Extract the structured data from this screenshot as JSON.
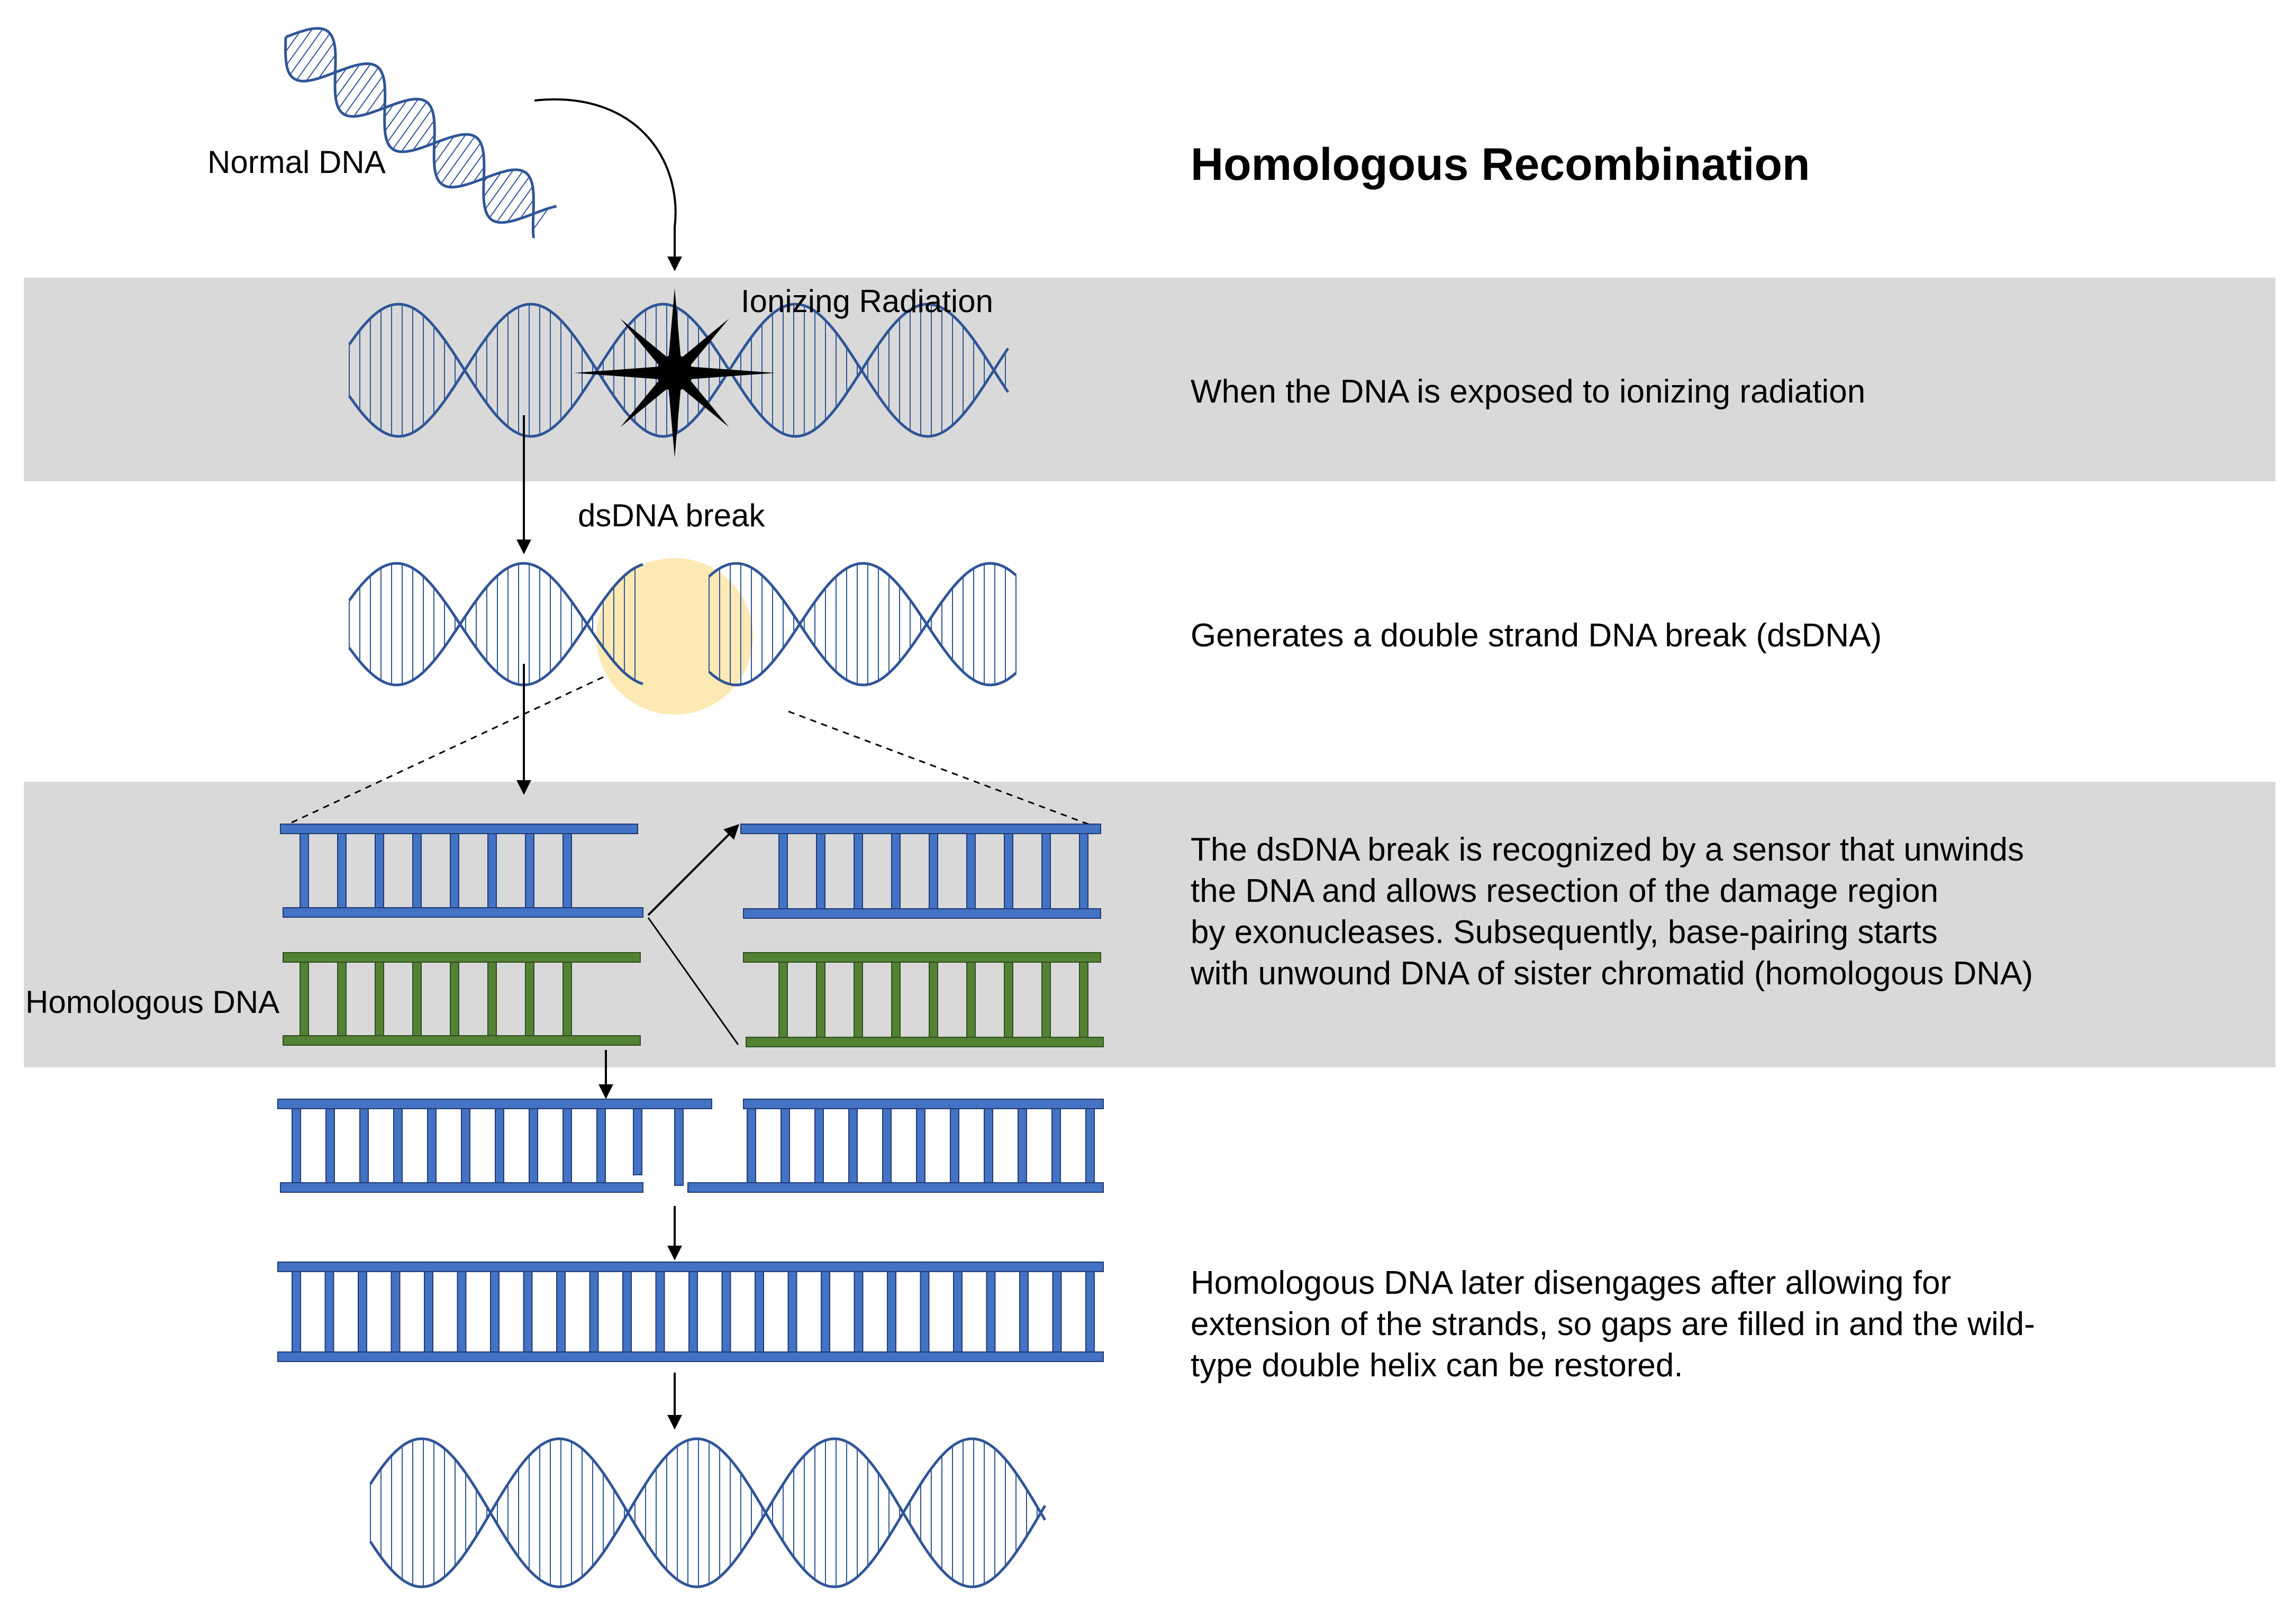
{
  "title": "Homologous Recombination",
  "labels": {
    "normal_dna": "Normal DNA",
    "ionizing_radiation": "Ionizing Radiation",
    "dsdna_break": "dsDNA break",
    "homologous_dna": "Homologous DNA"
  },
  "steps": [
    {
      "text": "When the DNA is exposed to ionizing radiation"
    },
    {
      "text": "Generates a double strand DNA break (dsDNA)"
    },
    {
      "text": "The dsDNA break is recognized by a sensor that unwinds\nthe DNA and allows resection of the damage region\nby exonucleases. Subsequently, base-pairing starts\nwith unwound DNA of sister chromatid (homologous DNA)"
    },
    {
      "text": "Homologous DNA  later disengages after allowing for\nextension of the strands, so gaps are filled in and the wild-\ntype double helix can be restored."
    }
  ],
  "colors": {
    "band": "#d9d9d9",
    "helix": "#2f5597",
    "blue_ladder": "#4472c4",
    "green_ladder": "#548235",
    "ladder_outline": "#1f3b73",
    "green_outline": "#2f4f1e",
    "break_glow": "#fde9b4",
    "arrow": "#000000"
  },
  "icons": [
    "starburst-icon",
    "arrow-down-icon"
  ]
}
